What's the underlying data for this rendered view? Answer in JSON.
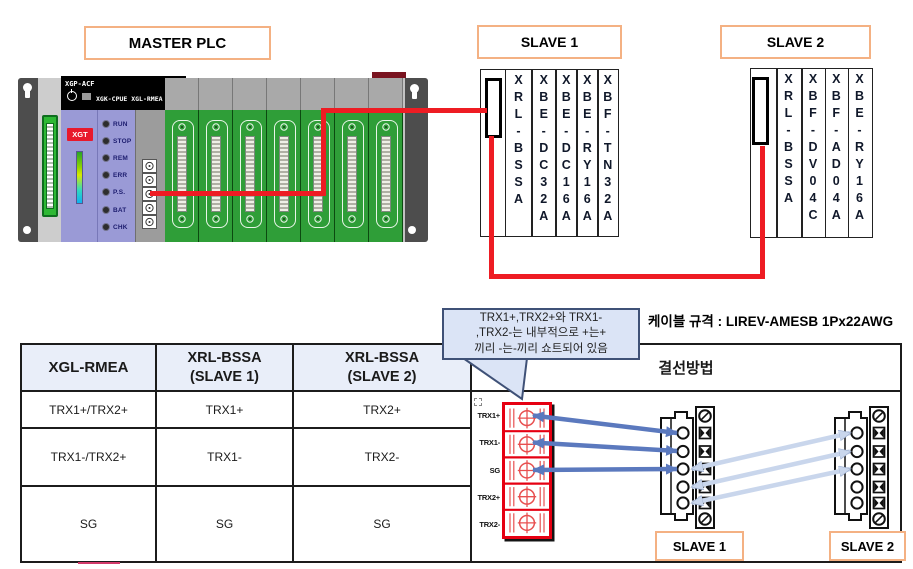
{
  "labels": {
    "master_plc": "MASTER PLC",
    "slave1": "SLAVE 1",
    "slave2": "SLAVE 2"
  },
  "plc": {
    "psu_model": "XGP-ACF",
    "cpu_model": "XGK-CPUE XGL-RMEA",
    "brand_badge": "XGT",
    "leds": [
      "RUN",
      "STOP",
      "REM",
      "ERR",
      "P.S.",
      "BAT",
      "CHK"
    ]
  },
  "slave1_rack": {
    "modules": [
      "XRL-BSSA",
      "XBE-DC32A",
      "XBE-DC16A",
      "XBE-RY16A",
      "XBF-TN32A"
    ]
  },
  "slave2_rack": {
    "modules": [
      "XRL-BSSA",
      "XBF-DV04C",
      "XBF-AD04A",
      "XBE-RY16A"
    ]
  },
  "callout": {
    "line1": "TRX1+,TRX2+와 TRX1-",
    "line2": ",TRX2-는 내부적으로 +는+",
    "line3": "끼리 -는-끼리 쇼트되어 있음"
  },
  "cable_spec": "케이블 규격 : LIREV-AMESB 1Px22AWG",
  "table": {
    "col1_header": "XGL-RMEA",
    "col2_header_line1": "XRL-BSSA",
    "col2_header_line2": "(SLAVE 1)",
    "col3_header_line1": "XRL-BSSA",
    "col3_header_line2": "(SLAVE 2)",
    "col4_header": "결선방법",
    "rows": [
      [
        "TRX1+/TRX2+",
        "TRX1+",
        "TRX2+"
      ],
      [
        "TRX1-/TRX2+",
        "TRX1-",
        "TRX2-"
      ],
      [
        "SG",
        "SG",
        "SG"
      ]
    ]
  },
  "wiring": {
    "terminals": [
      "TRX1+",
      "TRX1-",
      "SG",
      "TRX2+",
      "TRX2-"
    ],
    "slave1_label": "SLAVE 1",
    "slave2_label": "SLAVE 2"
  },
  "colors": {
    "accent_orange": "#f4b183",
    "terminal_red": "#e60012",
    "cable_red": "#ee1c23",
    "arrow_dark_blue": "#5b79be",
    "arrow_light_blue": "#c9d6ec",
    "table_header_fill": "#e9eef9",
    "callout_fill": "#dbe4f6",
    "callout_border": "#3f5177"
  }
}
